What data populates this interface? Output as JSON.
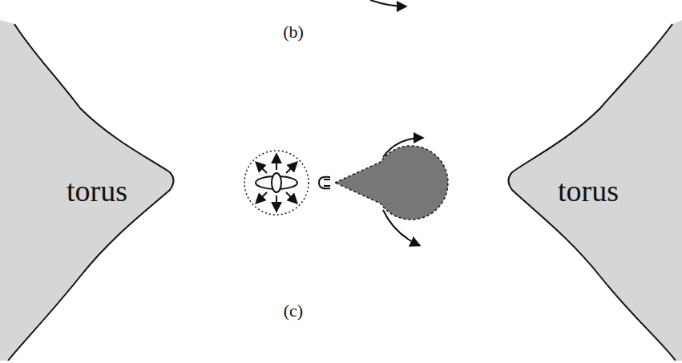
{
  "diagram": {
    "nodes": [
      {
        "text": [
          "torus"
        ]
      },
      {
        "text": [
          "torus"
        ]
      }
    ],
    "labels": [
      "(b)",
      "(c)"
    ]
  }
}
